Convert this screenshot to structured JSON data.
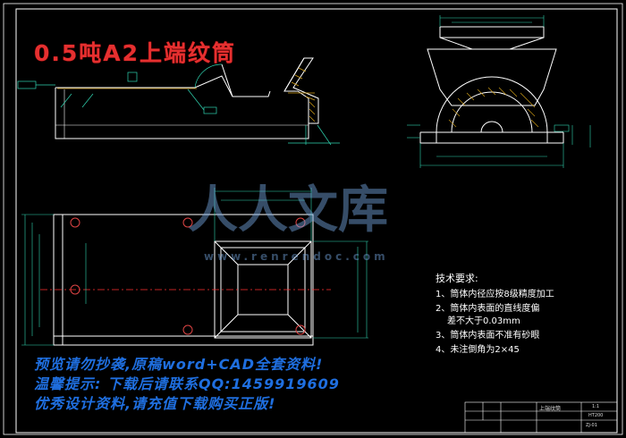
{
  "title": "0.5吨A2上端纹筒",
  "requirements": {
    "heading": "技术要求:",
    "items": [
      "1、筒体内径应按8级精度加工",
      "2、筒体内表面的直线度偏",
      "差不大于0.03mm",
      "3、筒体内表面不准有砂眼",
      "4、未注倒角为2×45"
    ]
  },
  "promo": {
    "line1": "预览请勿抄袭,原稿word+CAD全套资料!",
    "line2": "温馨提示: 下载后请联系QQ:1459919609",
    "line3": "优秀设计资料,请充值下载购买正版!"
  },
  "watermark": {
    "main": "人人文库",
    "url": "www.renrendoc.com"
  },
  "title_block": {
    "name": "上端纹筒",
    "scale": "1:1",
    "material": "HT200",
    "drawing_no": "ZJ-01"
  },
  "colors": {
    "background": "#000000",
    "outline": "#ffffff",
    "dimension": "#2fd3b0",
    "title": "#e53030",
    "promo": "#1f6fe0",
    "centerline": "#ff3030",
    "hatch": "#d4a017"
  }
}
